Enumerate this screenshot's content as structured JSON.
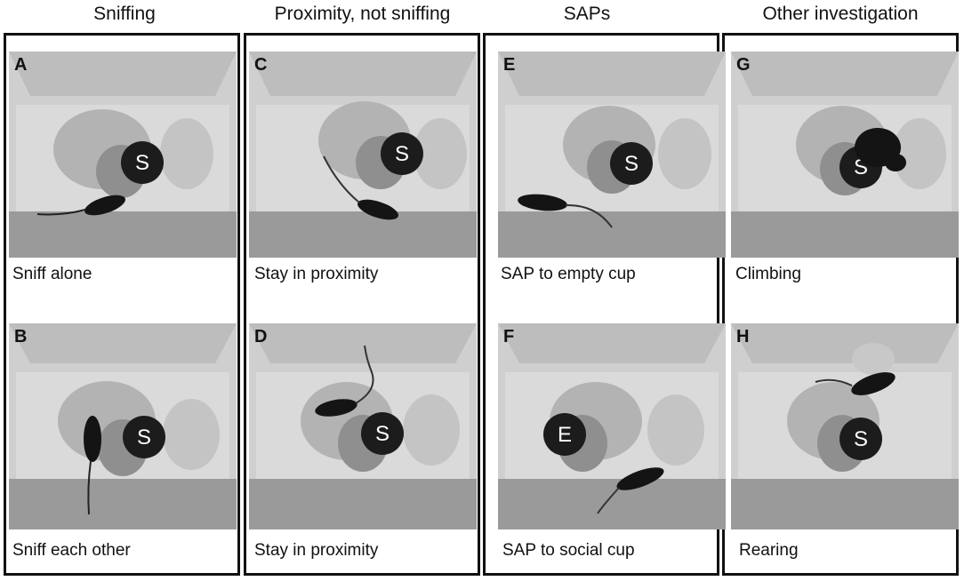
{
  "columns": [
    {
      "title": "Sniffing"
    },
    {
      "title": "Proximity, not sniffing"
    },
    {
      "title": "SAPs"
    },
    {
      "title": "Other investigation"
    }
  ],
  "panels": [
    {
      "letter": "A",
      "caption": "Sniff alone",
      "cup_label": "S"
    },
    {
      "letter": "B",
      "caption": "Sniff each other",
      "cup_label": "S"
    },
    {
      "letter": "C",
      "caption": "Stay in proximity",
      "cup_label": "S"
    },
    {
      "letter": "D",
      "caption": "Stay in proximity",
      "cup_label": "S"
    },
    {
      "letter": "E",
      "caption": "SAP to empty cup",
      "cup_label": "S"
    },
    {
      "letter": "F",
      "caption": "SAP to social cup",
      "cup_label": "E"
    },
    {
      "letter": "G",
      "caption": "Climbing",
      "cup_label": "S"
    },
    {
      "letter": "H",
      "caption": "Rearing",
      "cup_label": "S"
    }
  ]
}
